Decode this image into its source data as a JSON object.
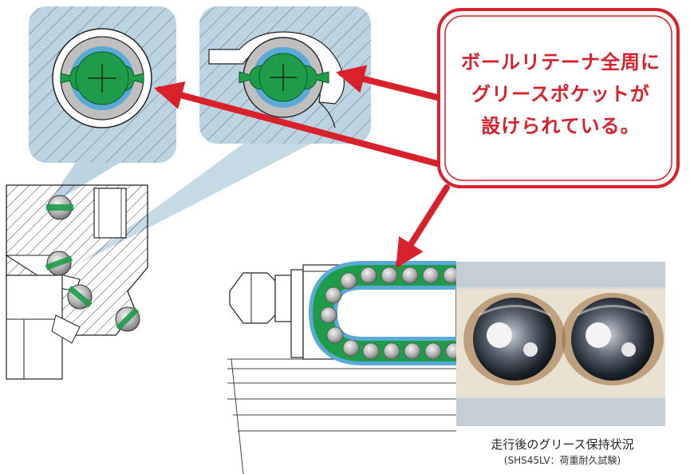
{
  "callout": {
    "lines": [
      "ボールリテーナ全周に",
      "グリースポケットが",
      "設けられている。"
    ]
  },
  "photo": {
    "caption": "走行後のグリース保持状況",
    "subcaption": "(SHS45LV：荷重耐久試験)"
  },
  "colors": {
    "accent_red": "#d9212c",
    "retainer_green": "#1e9c4a",
    "grease_blue": "#5aa9d6",
    "panel_blue": "#bcd3e2",
    "ball_gray": "#b8b8b8"
  }
}
